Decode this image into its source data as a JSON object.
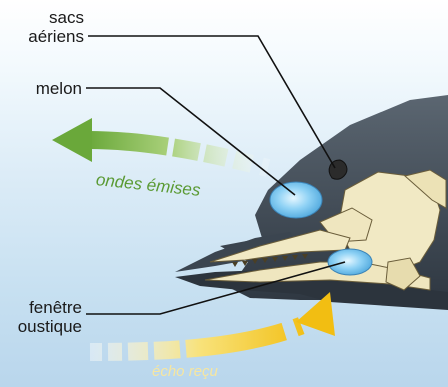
{
  "labels": {
    "sacs_line1": "sacs",
    "sacs_line2": "aériens",
    "melon": "melon",
    "fenetre_line1": "fenêtre",
    "fenetre_line2": "oustique",
    "ondes_emises": "ondes émises",
    "echo_recu": "écho reçu"
  },
  "colors": {
    "emitted_wave": "#6fae3a",
    "received_echo": "#f3c21a",
    "skin": "#3f4a55",
    "bone": "#f1e9c4",
    "melon_fill": "#7cc8f0",
    "echo_text": "#f7e9a0"
  }
}
